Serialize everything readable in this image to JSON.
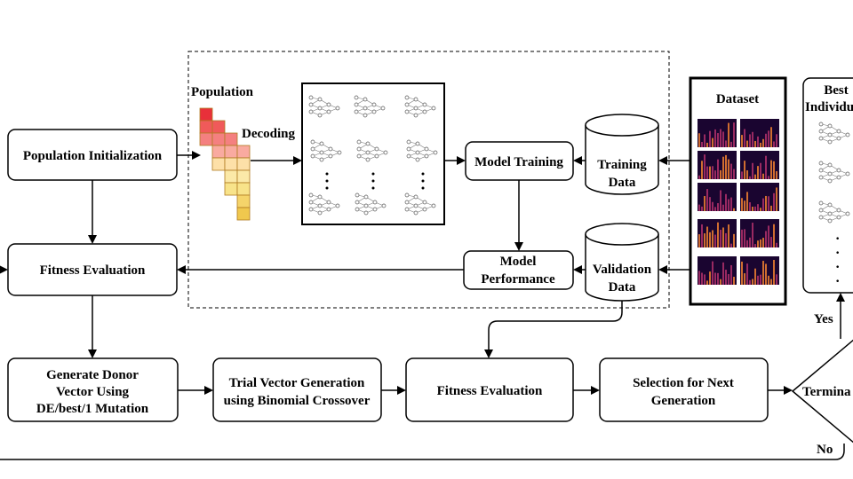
{
  "nodes": {
    "pop_init": "Population Initialization",
    "fitness_eval_left": "Fitness Evaluation",
    "donor_line1": "Generate Donor",
    "donor_line2": "Vector Using",
    "donor_line3": "DE/best/1 Mutation",
    "trial_line1": "Trial Vector Generation",
    "trial_line2": "using Binomial Crossover",
    "fitness_eval_mid": "Fitness Evaluation",
    "selection_line1": "Selection for Next",
    "selection_line2": "Generation",
    "model_training": "Model Training",
    "model_perf_line1": "Model",
    "model_perf_line2": "Performance",
    "training_line1": "Training",
    "training_line2": "Data",
    "validation_line1": "Validation",
    "validation_line2": "Data",
    "dataset": "Dataset",
    "best_line1": "Best",
    "best_line2": "Individu",
    "terminate": "Termina"
  },
  "labels": {
    "population": "Population",
    "decoding": "Decoding",
    "yes": "Yes",
    "no": "No"
  },
  "population_grid": {
    "rows": 9,
    "colors": [
      "#e8303a",
      "#f05a5a",
      "#f48080",
      "#f9aaa0",
      "#fde0a8",
      "#fbe9a8",
      "#f8e38a",
      "#f5d46a",
      "#f0c84e"
    ]
  },
  "colors": {
    "stroke": "#000000",
    "spectrogram_dark": "#1a0530",
    "spectrogram_mid": "#b0306a",
    "spectrogram_hot": "#f08030"
  },
  "icons": {
    "network": "neural-network-icon",
    "spectrogram": "spectrogram-icon"
  }
}
